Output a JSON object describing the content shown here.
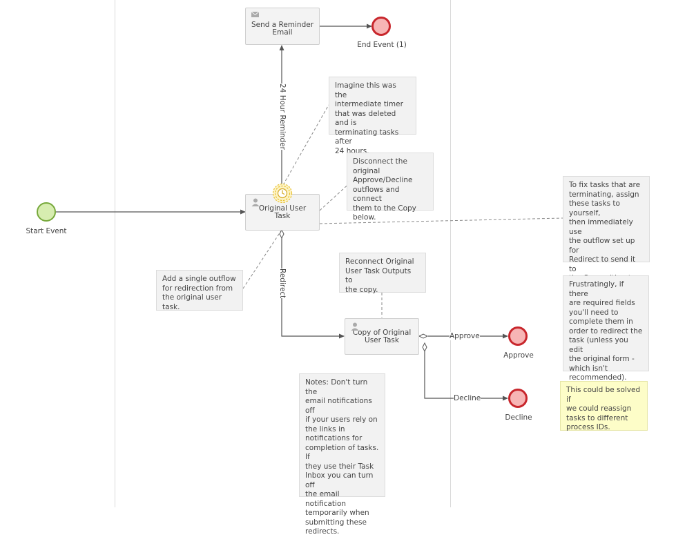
{
  "events": {
    "start": "Start Event",
    "end1": "End Event (1)",
    "approve": "Approve",
    "decline": "Decline"
  },
  "tasks": {
    "reminder": "Send a Reminder Email",
    "original": "Original User Task",
    "copy": "Copy of Original User Task"
  },
  "flows": {
    "reminder": "24 Hour Reminder",
    "redirect": "Redirect",
    "approve": "Approve",
    "decline": "Decline"
  },
  "notes": {
    "timer": "Imagine this was the\nintermediate timer\nthat was deleted and is\nterminating tasks after\n24 hours.",
    "disconnect": "Disconnect the original\nApprove/Decline\noutflows and connect\nthem to the Copy\nbelow.",
    "fix": "To fix tasks that are\nterminating, assign\nthese tasks to yourself,\nthen immediately use\nthe outflow set up for\nRedirect to send it to\nthe Copy without the\ntimer event.",
    "reconnect": "Reconnect Original\nUser Task Outputs to\nthe copy.",
    "outflow": "Add a single outflow\nfor redirection from\nthe original user task.",
    "frustrating": "Frustratingly, if there\nare required fields\nyou'll need to\ncomplete them in\norder to redirect the\ntask (unless you edit\nthe original form -\nwhich isn't\nrecommended).",
    "notes": "Notes: Don't turn the\nemail notifications off\nif your users rely on\nthe links in\nnotifications for\ncompletion of tasks. If\nthey use their Task\nInbox you can turn off\nthe email notification\ntemporarily when\nsubmitting these\nredirects.",
    "solved": "This could be solved if\nwe could reassign\ntasks to different\nprocess IDs."
  },
  "colors": {
    "start_fill": "#d7edb0",
    "start_stroke": "#76a83a",
    "end_fill": "#f7b5b5",
    "end_stroke": "#c8262c",
    "timer": "#e8c030",
    "flow": "#555555",
    "note_yellow": "#fdfdc8"
  }
}
